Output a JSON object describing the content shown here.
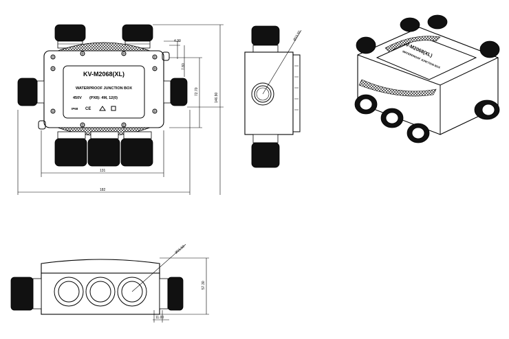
{
  "label": {
    "model": "KV-M2068(XL)",
    "title": "WATERPROOF JUNCTION BOX",
    "rating": "450V",
    "spec": "(PX8): 4M, 12(0)",
    "ip": "IP68",
    "ce": "CE"
  },
  "dimensions": {
    "d1": "4.30",
    "d2": "7.80",
    "d3": "72.70",
    "d4": "146.90",
    "d5": "131",
    "d6": "182",
    "d7": "Ø15.50",
    "d8": "Ø15.50",
    "d9": "57.30",
    "d10": "11.00"
  },
  "colors": {
    "line": "#000000",
    "paper": "#ffffff"
  }
}
